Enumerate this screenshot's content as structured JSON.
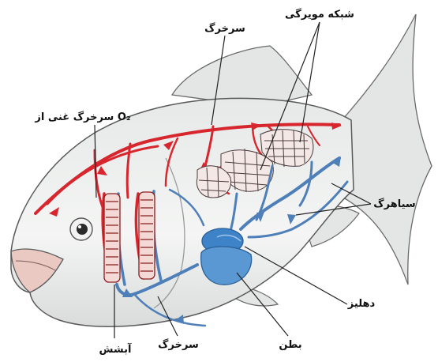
{
  "labels": {
    "capillary_network": "شبکه مویرگی",
    "artery_top": "سرخرگ",
    "oxygen_rich_artery": "سرخرگ غنی از O₂",
    "vein": "سیاهرگ",
    "atrium": "دهلیز",
    "ventricle": "بطن",
    "artery_bottom": "سرخرگ",
    "gills": "آبشش"
  },
  "colors": {
    "oxygenated": "#d7262e",
    "deoxygenated": "#4f7fb8",
    "heart": "#3e82c7",
    "fish_body": "#eef0ef",
    "outline": "#4a4a4a"
  }
}
